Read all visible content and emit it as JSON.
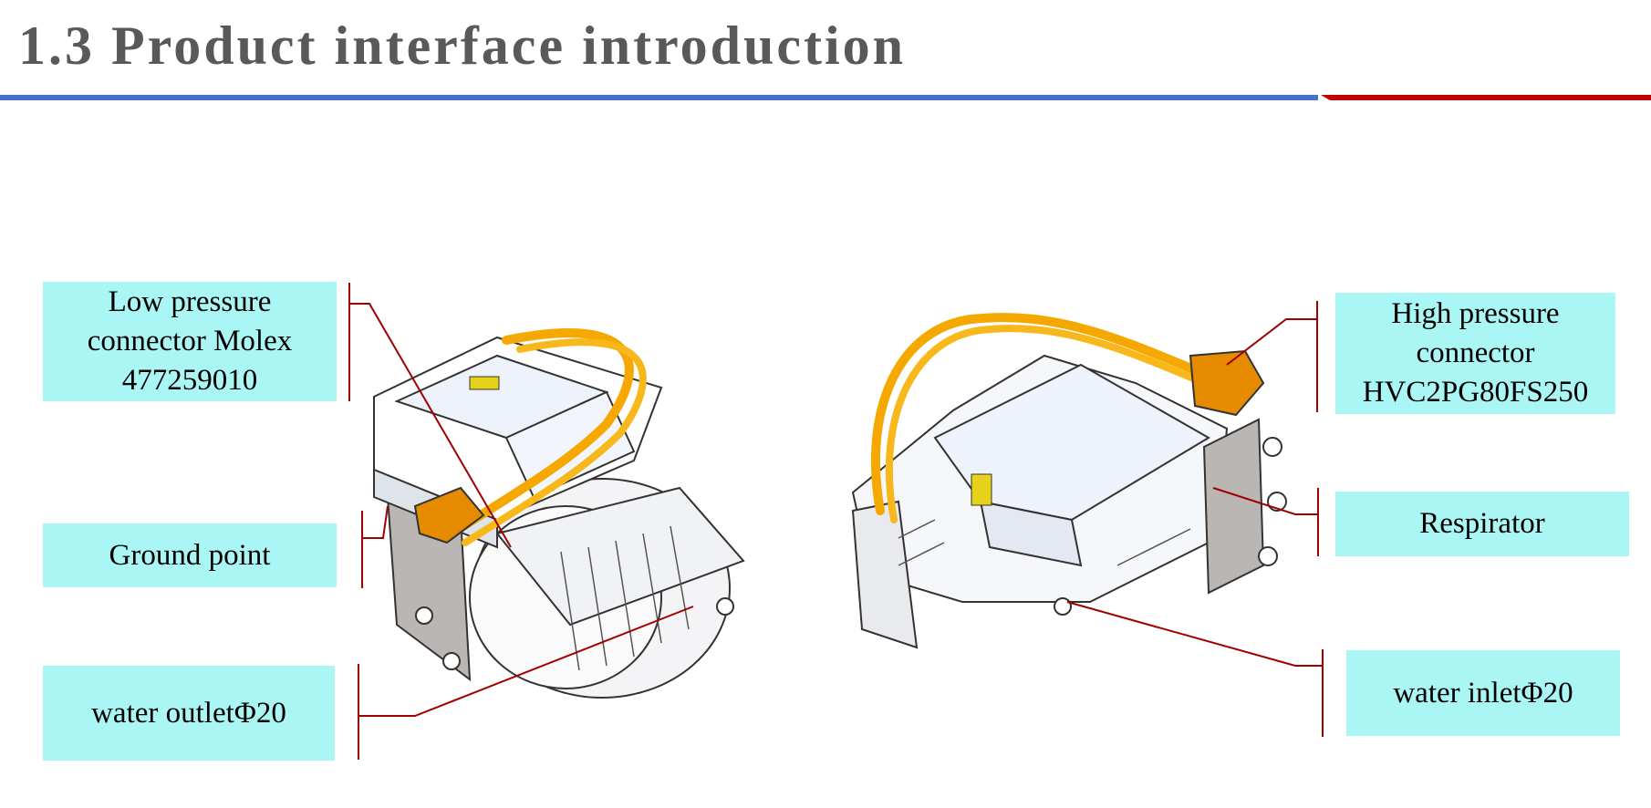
{
  "slide": {
    "title": "1.3 Product interface introduction"
  },
  "callouts": {
    "low_pressure": "Low pressure\nconnector Molex\n477259010",
    "ground_point": "Ground point",
    "water_outlet": "water outletΦ20",
    "high_pressure": "High pressure\nconnector\nHVC2PG80FS250",
    "respirator": "Respirator",
    "water_inlet": "water inletΦ20"
  },
  "colors": {
    "title_text": "#595959",
    "rule_blue": "#4472c4",
    "rule_red": "#c00000",
    "callout_fill": "#a9f6f4",
    "leader_line": "#a00000",
    "cable_orange": "#f5a800"
  }
}
